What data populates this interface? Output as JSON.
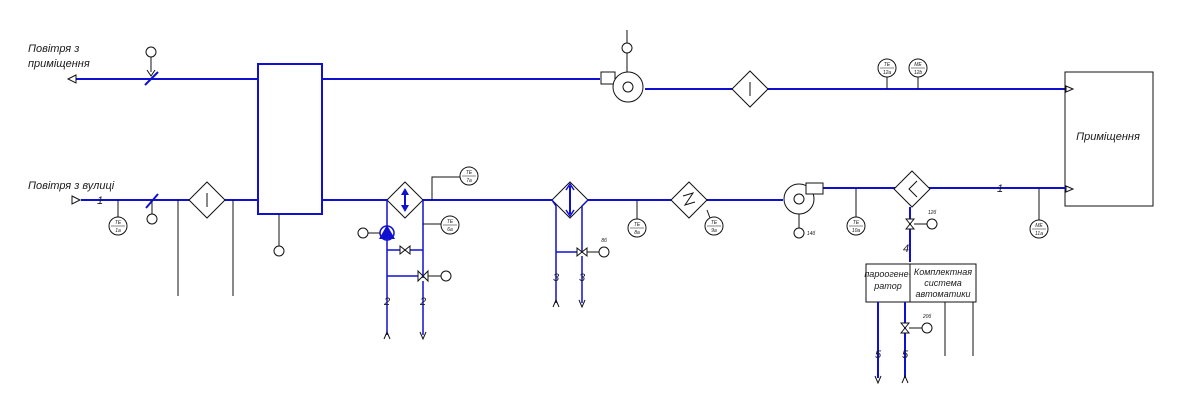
{
  "labels": {
    "return_air_line1": "Повітря з",
    "return_air_line2": "приміщення",
    "outside_air": "Повітря з вулиці",
    "room": "Приміщення",
    "steam_gen_line1": "пароогене-",
    "steam_gen_line2": "ратор",
    "automation_line1": "Комплектная",
    "automation_line2": "система",
    "automation_line3": "автоматики"
  },
  "line_numbers": {
    "outside_1": "1",
    "supply_1": "1",
    "heater_2a": "2",
    "heater_2b": "2",
    "cooler_3a": "3",
    "cooler_3b": "3",
    "steam_4": "4",
    "steam_5a": "5",
    "steam_5b": "5"
  },
  "instruments": {
    "te_1a_top": "TE",
    "te_1a_bot": "1a",
    "te_7a_top": "TE",
    "te_7a_bot": "7a",
    "te_6a_top": "TE",
    "te_6a_bot": "6a",
    "te_8a_top": "TE",
    "te_8a_bot": "8a",
    "te_9a_top": "TE",
    "te_9a_bot": "9a",
    "te_10a_top": "TE",
    "te_10a_bot": "10a",
    "te_12a_top": "TE",
    "te_12a_bot": "12a",
    "me_12b_top": "ME",
    "me_12b_bot": "12b",
    "me_11a_top": "ME",
    "me_11a_bot": "11a",
    "v_8b": "8б",
    "v_12b": "12б",
    "v_20b": "20б",
    "m_14b": "14б"
  },
  "colors": {
    "pipe": "#1010d0",
    "outline": "#111111"
  }
}
